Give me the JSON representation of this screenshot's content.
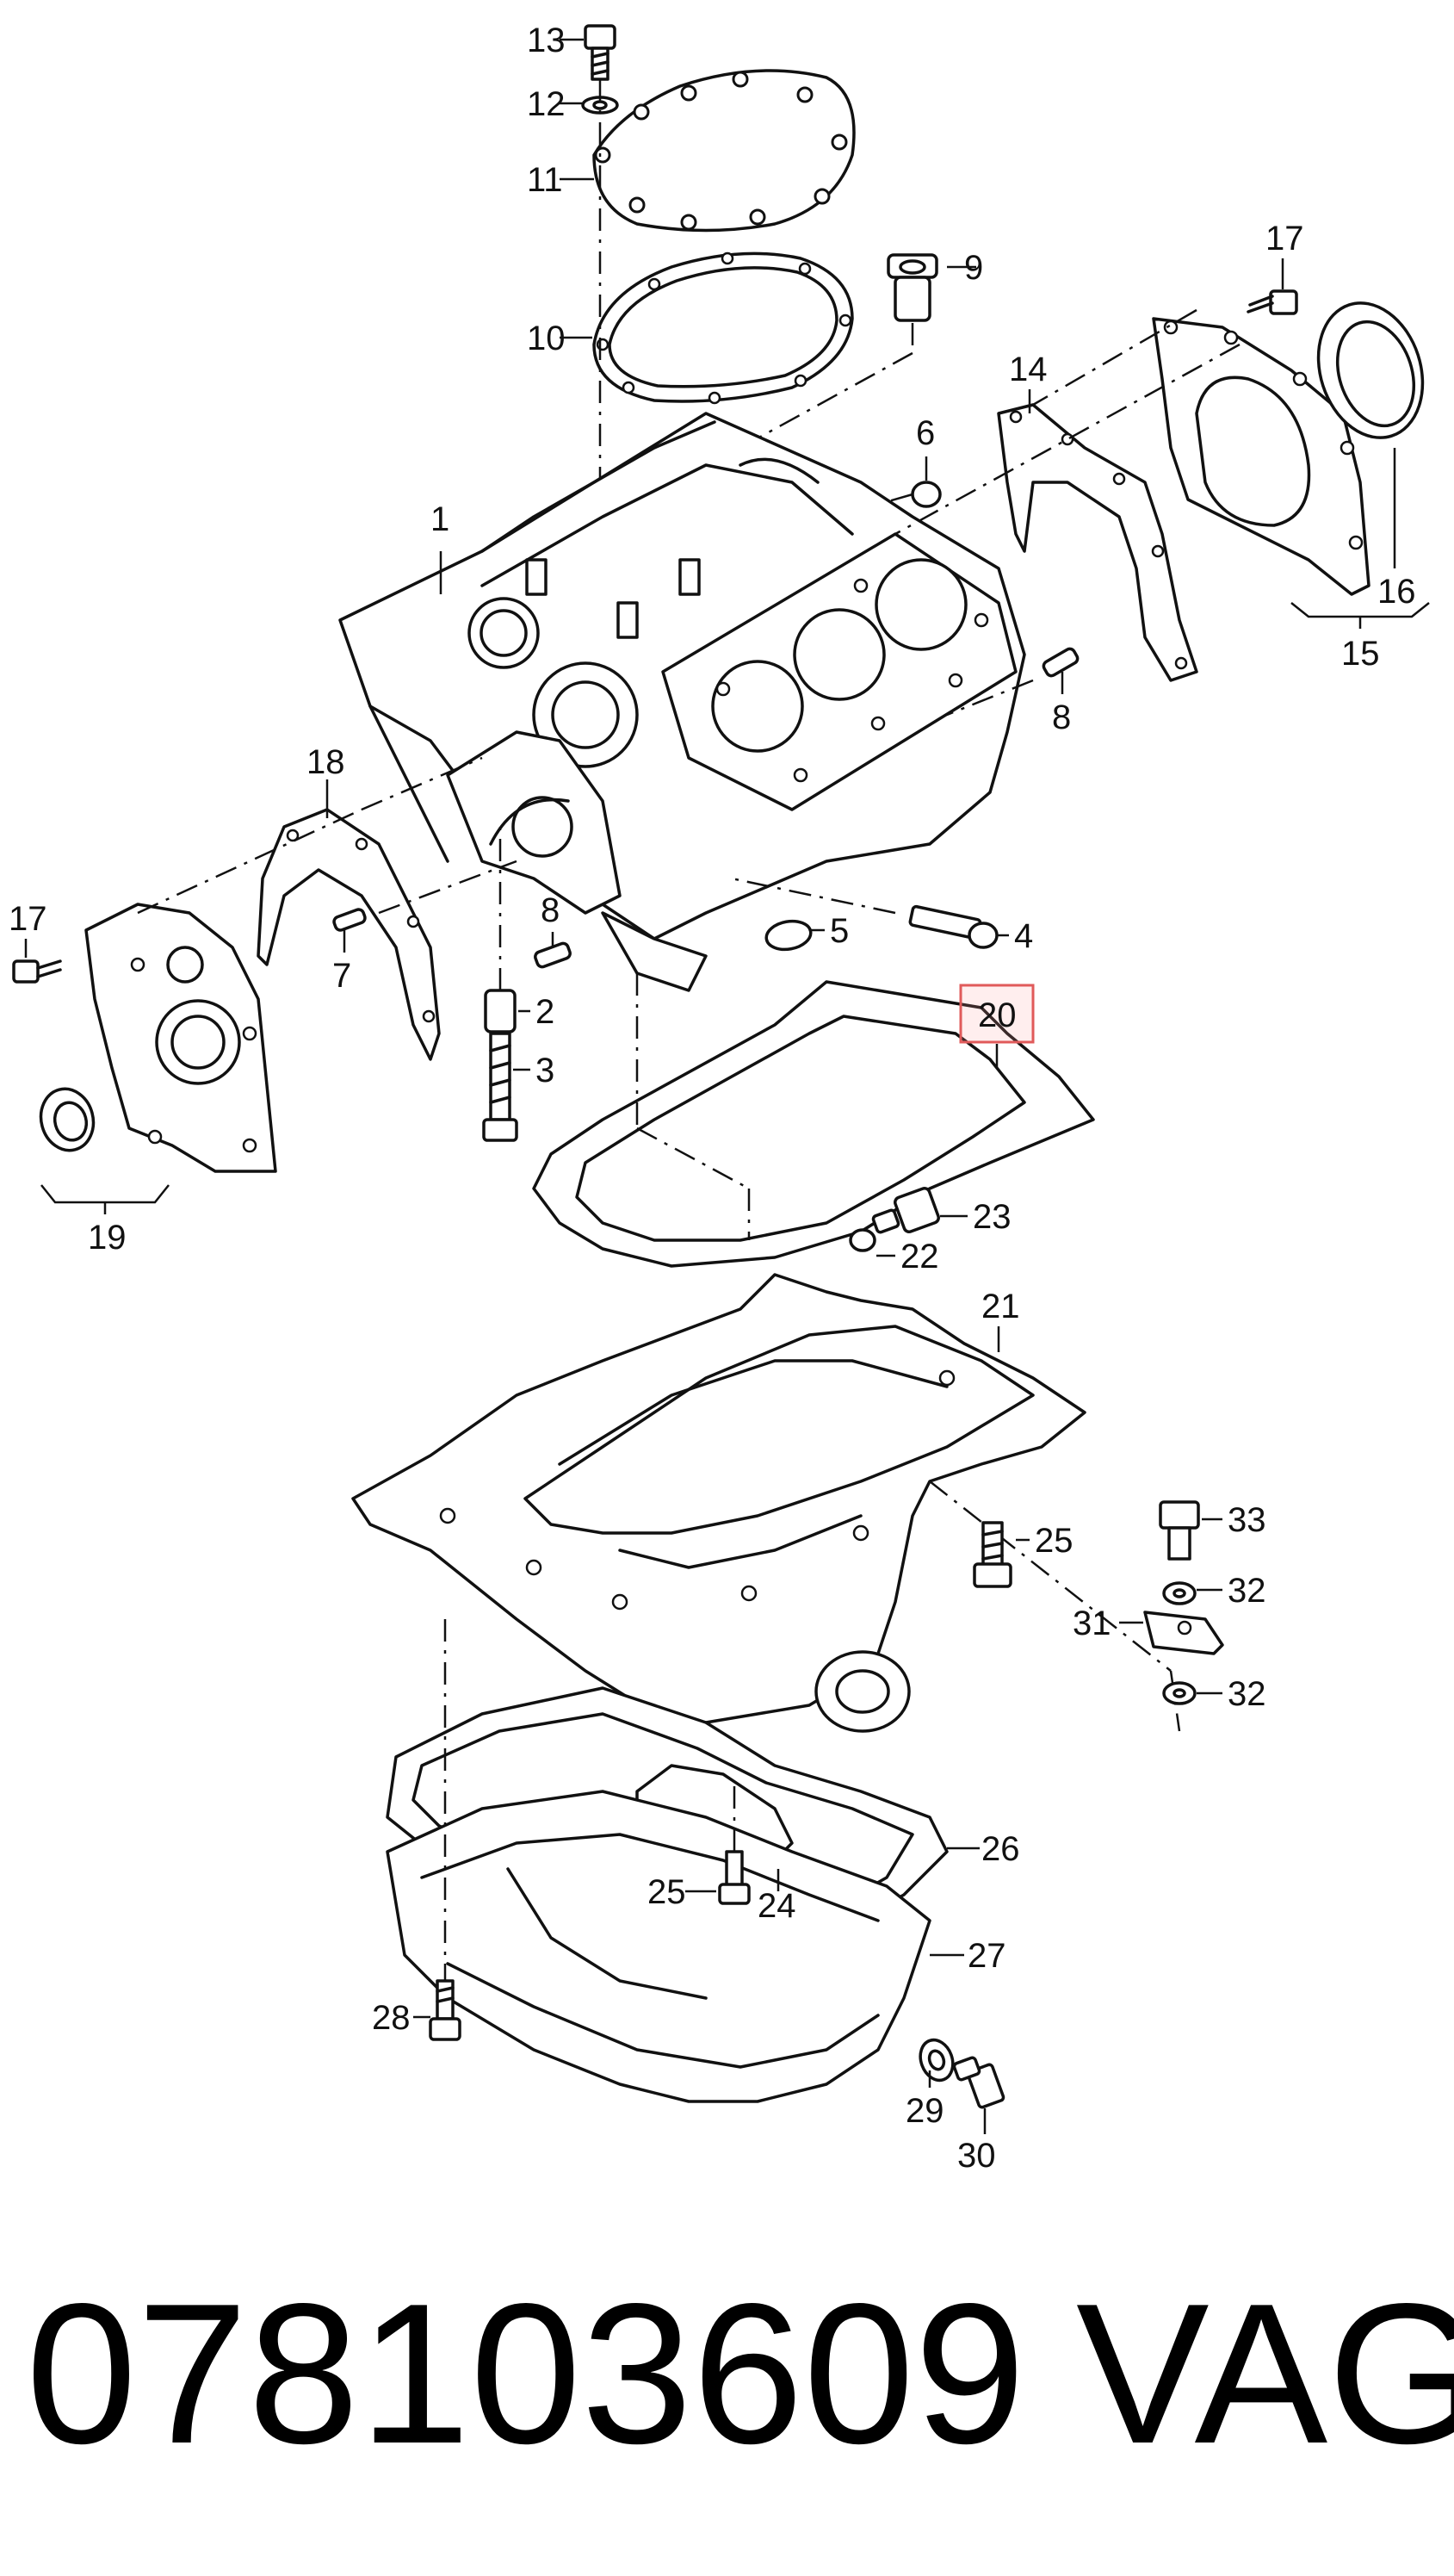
{
  "diagram": {
    "callouts": [
      "13",
      "12",
      "11",
      "10",
      "9",
      "6",
      "1",
      "14",
      "17",
      "16",
      "15",
      "8",
      "18",
      "17",
      "7",
      "8",
      "2",
      "3",
      "5",
      "4",
      "19",
      "20",
      "23",
      "22",
      "21",
      "25",
      "33",
      "32",
      "31",
      "32",
      "26",
      "25",
      "24",
      "27",
      "28",
      "29",
      "30"
    ],
    "highlighted_callout": "20",
    "highlight_color": "#e05a5a"
  },
  "footer": {
    "part_number": "078103609",
    "brand": "VAG"
  }
}
